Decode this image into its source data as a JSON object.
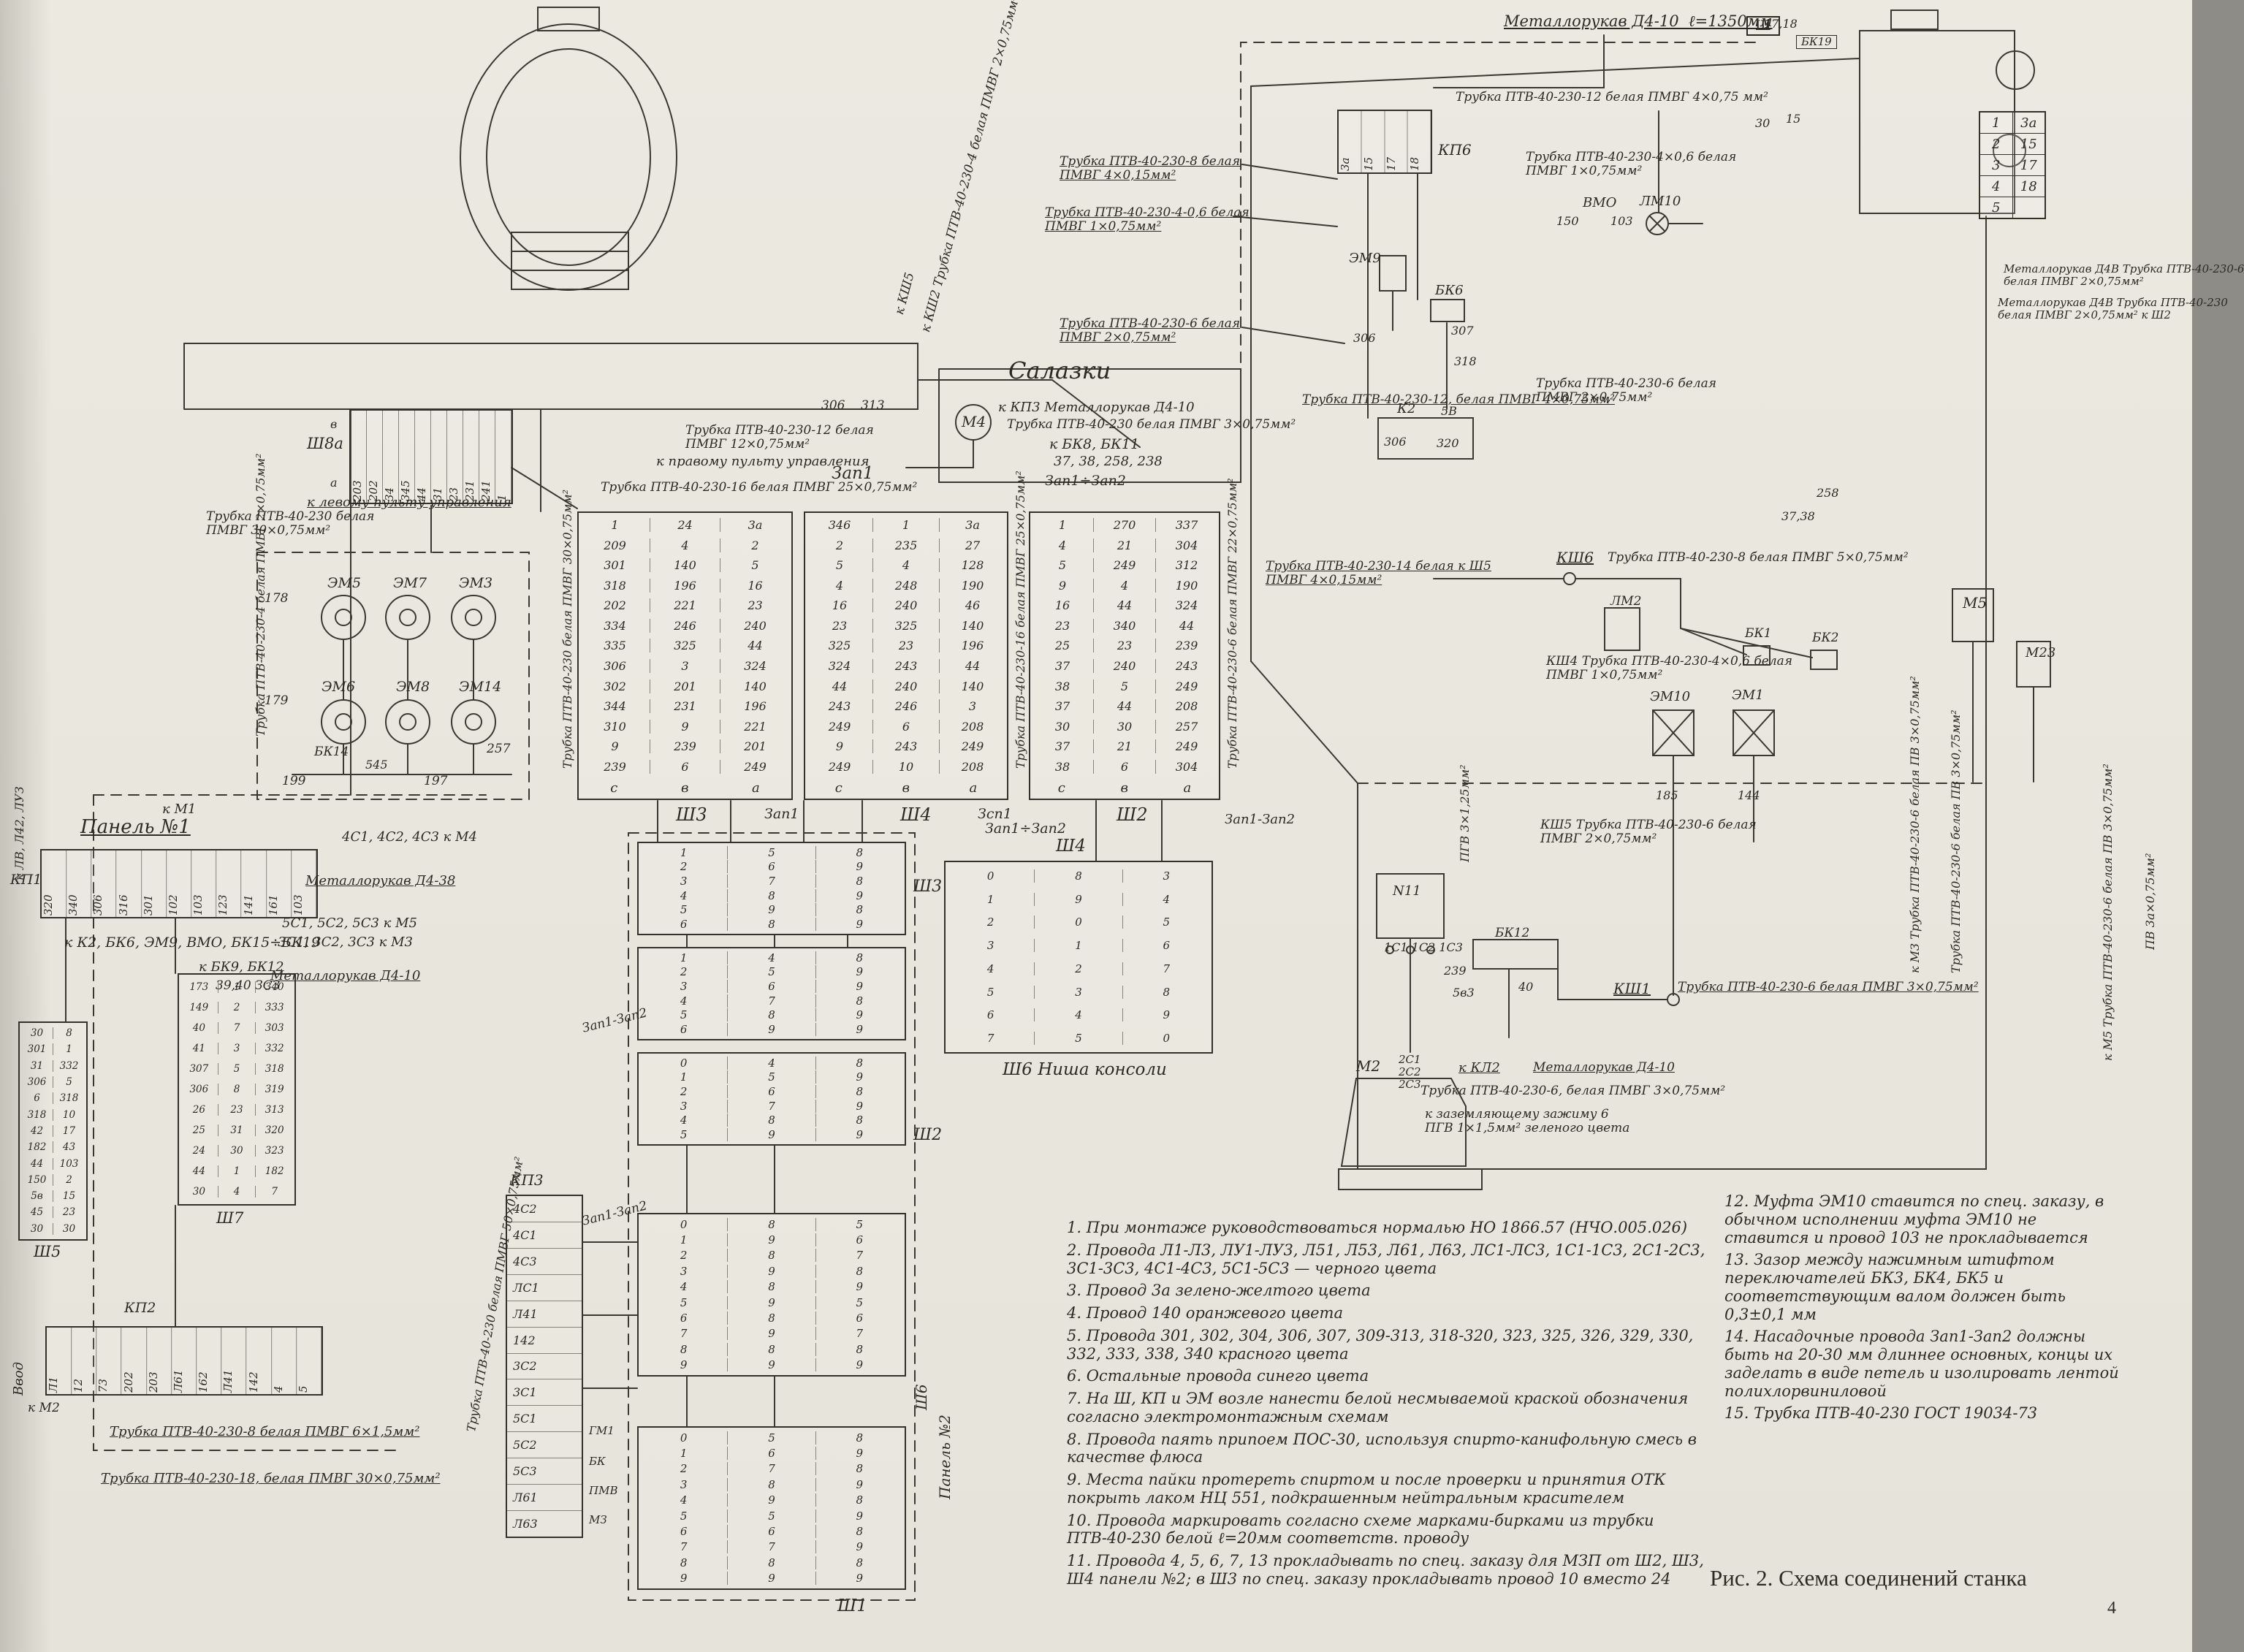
{
  "meta": {
    "caption": "Рис. 2. Схема соединений станка",
    "page_number": "4"
  },
  "labels": {
    "salazki": "Салазки",
    "m4": "М4",
    "n306313": "306    313",
    "kp3_ref": "к КП3 Металлорукав Д4-10",
    "tube_m4": "Трубка ПТВ-40-230 белая ПМВГ 3×0,75мм²",
    "k_bk8": "к БК8, БК11",
    "n37382": "37, 38, 258, 238",
    "zap12_a": "Зап1÷Зап2",
    "zap1_big": "Зап1",
    "zap1_c": "Зап1",
    "zsp1": "Зсп1",
    "zap12_d": "Зап1-Зап2",
    "tube_pult_r": "Трубка ПТВ-40-230-12 белая\nПМВГ 12×0,75мм²",
    "pult_r": "к правому пульту управления",
    "tube_pult_r2": "Трубка ПТВ-40-230-16 белая ПМВГ 25×0,75мм²",
    "pult_l": "к левому пульту управления",
    "tube_pult_l": "Трубка ПТВ-40-230 белая\nПМВГ 30×0,75мм²",
    "ksh2_vert": "к КШ2 Трубка ПТВ-40-230-4 белая ПМВГ 2×0,75мм²",
    "ksh5_vert": "к КШ5",
    "em5": "ЭМ5",
    "em7": "ЭМ7",
    "em3": "ЭМ3",
    "em6": "ЭМ6",
    "em8": "ЭМ8",
    "em14": "ЭМ14",
    "n178": "178",
    "n179": "179",
    "n199": "199",
    "n197": "197",
    "n257": "257",
    "n545": "545",
    "bk14": "БК14",
    "tube_em": "Трубка ПТВ-40-230-4 белая ПМВГ 2×0,75мм²",
    "sh8a": "Ш8а",
    "sh8_a": "а",
    "sh8_v": "в",
    "panel1": "Панель №1",
    "k_m1": "к М1",
    "kp1": "КП1",
    "kp1_ref": "к К2, БК6, ЭМ9, ВМО, БК15÷БК19",
    "k_bk9": "к БК9, БК12",
    "n3940": "39,40 ЗСЗ",
    "left_vert": "к ЛВ, Л42, ЛУЗ",
    "sh5": "Ш5",
    "sh7": "Ш7",
    "kp2": "КП2",
    "vvod": "Ввод",
    "k_m2": "к М2",
    "tube_kp2a": "Трубка ПТВ-40-230-8 белая ПМВГ 6×1,5мм²",
    "tube_kp2b": "Трубка ПТВ-40-230-18, белая ПМВГ 30×0,75мм²",
    "c4s": "4С1, 4С2, 4С3 к М4",
    "metal38": "Металлорукав Д4-38",
    "c5s": "5С1, 5С2, 5С3 к М5",
    "c3s": "3С1, 3С2, 3С3 к М3",
    "metal10b": "Металлорукав Д4-10",
    "tube50_vert": "Трубка ПТВ-40-230 белая ПМВГ 50×0,75мм²",
    "kp3": "КП3",
    "gm1": "ГМ1",
    "bk": "БК",
    "pmv": "ПМВ",
    "mz": "МЗ",
    "st1": "Ш3",
    "st3": "Ш2",
    "sh6_vert": "Ш6",
    "panel2_vert": "Панель №2",
    "sh1": "Ш1",
    "zap12_b": "Зап1-Зап2",
    "zap12_c": "Зап1-Зап2",
    "zap12_top": "Зап1÷Зап2",
    "sh4r": "Ш4",
    "sh6_nisha": "Ш6 Ниша консоли",
    "sh3": "Ш3",
    "sh4": "Ш4",
    "sh2": "Ш2",
    "tube_sh3_vert": "Трубка ПТВ-40-230 белая ПМВГ 30×0,75мм²",
    "tube_sh4_vert": "Трубка ПТВ-40-230-16 белая ПМВГ 25×0,75мм²",
    "tube_sh2_vert": "Трубка ПТВ-40-230-6 белая ПМВГ 22×0,75мм²",
    "metal1350": "Металлорукав Д4-10  ℓ=1350мм",
    "sh_box": "Ш",
    "tube_tr1": "Трубка ПТВ-40-230-8 белая\nПМВГ 4×0,15мм²",
    "tube_tr2": "Трубка ПТВ-40-230-4-0,6 белая\nПМВГ 1×0,75мм²",
    "tube_tr3": "Трубка ПТВ-40-230-6 белая\nПМВГ 2×0,75мм²",
    "tube_tr4": "Трубка ПТВ-40-230-12 белая ПМВГ 4×0,75 мм²",
    "kp6": "КП6",
    "tube_tr5": "Трубка ПТВ-40-230-4×0,6 белая\nПМВГ 1×0,75мм²",
    "vmo": "ВМО",
    "lm10": "ЛМ10",
    "n150": "150",
    "n103": "103",
    "em9": "ЭМ9",
    "bk6": "БК6",
    "n306a": "306",
    "n307": "307",
    "n318": "318",
    "k2": "К2",
    "n5v": "5В",
    "n306b": "306",
    "n320": "320",
    "tube_tr6": "Трубка ПТВ-40-230-12, белая ПМВГ 4×0,75мм²",
    "tube_tr7": "Трубка ПТВ-40-230-6 белая\nПМВГ 2×0,75мм²",
    "n1718": "17,18",
    "bk19": "БК19",
    "n30": "30",
    "n15": "15",
    "tube_ksh5ref": "Трубка ПТВ-40-230-14 белая к Ш5\nПМВГ 4×0,15мм²",
    "ksh6": "КШ6",
    "tube_ksh6": "Трубка ПТВ-40-230-8 белая ПМВГ 5×0,75мм²",
    "lm2": "ЛМ2",
    "bk1": "БК1",
    "bk2": "БК2",
    "n3738": "37,38",
    "n258": "258",
    "m5": "М5",
    "m23": "М23",
    "em10": "ЭМ10",
    "em1": "ЭМ1",
    "n185": "185",
    "n144": "144",
    "ksh4_tube": "КШ4 Трубка ПТВ-40-230-4×0,6 белая\nПМВГ 1×0,75мм²",
    "ksh5_tube": "КШ5 Трубка ПТВ-40-230-6 белая\nПМВГ 2×0,75мм²",
    "ksh1": "КШ1",
    "tube_ksh1": "Трубка ПТВ-40-230-6 белая ПМВГ 3×0,75мм²",
    "bk12": "БК12",
    "n239": "239",
    "n5v3": "5в3",
    "n40": "40",
    "n11": "N11",
    "c1s": "1С1 1С2 1С3",
    "pgv_vert": "ПГВ 3×1,25мм²",
    "m2": "М2",
    "c2s": "2С1\n2С2\n2С3",
    "k_kl2": "к КЛ2",
    "tube_m2": "Трубка ПТВ-40-230-6, белая ПМВГ 3×0,75мм²",
    "metal10c": "Металлорукав Д4-10",
    "ground": "к заземляющему зажиму 6\nПГВ 1×1,5мм² зеленого цвета",
    "metal_r1": "Металлорукав Д4В Трубка ПТВ-40-230-6\nбелая ПМВГ 2×0,75мм²",
    "metal_r2": "Металлорукав Д4В Трубка ПТВ-40-230\nбелая ПМВГ 2×0,75мм² к Ш2",
    "vert_mid1": "к М3 Трубка ПТВ-40-230-6 белая ПВ 3×0,75мм²",
    "vert_mid2": "Трубка ПТВ-40-230-6 белая ПВ 3×0,75мм²",
    "vert_far1": "к М5 Трубка ПТВ-40-230-6 белая ПВ 3×0,75мм²",
    "vert_far2": "ПВ 3а×0,75мм²"
  },
  "blocks": {
    "sh3": {
      "cols": [
        "с",
        "в",
        "а"
      ],
      "rows": [
        [
          "1",
          "24",
          "3а"
        ],
        [
          "209",
          "4",
          "2"
        ],
        [
          "301",
          "140",
          "5"
        ],
        [
          "318",
          "196",
          "16"
        ],
        [
          "202",
          "221",
          "23"
        ],
        [
          "334",
          "246",
          "240"
        ],
        [
          "335",
          "325",
          "44"
        ],
        [
          "306",
          "3",
          "324"
        ],
        [
          "302",
          "201",
          "140"
        ],
        [
          "344",
          "231",
          "196"
        ],
        [
          "310",
          "9",
          "221"
        ],
        [
          "9",
          "239",
          "201"
        ],
        [
          "239",
          "6",
          "249"
        ]
      ]
    },
    "sh4": {
      "cols": [
        "с",
        "в",
        "а"
      ],
      "rows": [
        [
          "346",
          "1",
          "3а"
        ],
        [
          "2",
          "235",
          "27"
        ],
        [
          "5",
          "4",
          "128"
        ],
        [
          "4",
          "248",
          "190"
        ],
        [
          "16",
          "240",
          "46"
        ],
        [
          "23",
          "325",
          "140"
        ],
        [
          "325",
          "23",
          "196"
        ],
        [
          "324",
          "243",
          "44"
        ],
        [
          "44",
          "240",
          "140"
        ],
        [
          "243",
          "246",
          "3"
        ],
        [
          "249",
          "6",
          "208"
        ],
        [
          "9",
          "243",
          "249"
        ],
        [
          "249",
          "10",
          "208"
        ]
      ]
    },
    "sh2": {
      "cols": [
        "с",
        "в",
        "а"
      ],
      "rows": [
        [
          "1",
          "270",
          "337"
        ],
        [
          "4",
          "21",
          "304"
        ],
        [
          "5",
          "249",
          "312"
        ],
        [
          "9",
          "4",
          "190"
        ],
        [
          "16",
          "44",
          "324"
        ],
        [
          "23",
          "340",
          "44"
        ],
        [
          "25",
          "23",
          "239"
        ],
        [
          "37",
          "240",
          "243"
        ],
        [
          "38",
          "5",
          "249"
        ],
        [
          "37",
          "44",
          "208"
        ],
        [
          "30",
          "30",
          "257"
        ],
        [
          "37",
          "21",
          "249"
        ],
        [
          "38",
          "6",
          "304"
        ]
      ]
    },
    "sh4r": {
      "rows": [
        [
          "0",
          "8",
          "3"
        ],
        [
          "1",
          "9",
          "4"
        ],
        [
          "2",
          "0",
          "5"
        ],
        [
          "3",
          "1",
          "6"
        ],
        [
          "4",
          "2",
          "7"
        ],
        [
          "5",
          "3",
          "8"
        ],
        [
          "6",
          "4",
          "9"
        ],
        [
          "7",
          "5",
          "0"
        ]
      ]
    },
    "st1": {
      "rows": [
        [
          "1",
          "5",
          "8"
        ],
        [
          "2",
          "6",
          "9"
        ],
        [
          "3",
          "7",
          "8"
        ],
        [
          "4",
          "8",
          "9"
        ],
        [
          "5",
          "9",
          "8"
        ],
        [
          "6",
          "8",
          "9"
        ]
      ]
    },
    "st2": {
      "rows": [
        [
          "1",
          "4",
          "8"
        ],
        [
          "2",
          "5",
          "9"
        ],
        [
          "3",
          "6",
          "9"
        ],
        [
          "4",
          "7",
          "8"
        ],
        [
          "5",
          "8",
          "9"
        ],
        [
          "6",
          "9",
          "9"
        ]
      ]
    },
    "st3": {
      "rows": [
        [
          "0",
          "4",
          "8"
        ],
        [
          "1",
          "5",
          "9"
        ],
        [
          "2",
          "6",
          "8"
        ],
        [
          "3",
          "7",
          "9"
        ],
        [
          "4",
          "8",
          "8"
        ],
        [
          "5",
          "9",
          "9"
        ]
      ]
    },
    "st4": {
      "rows": [
        [
          "0",
          "8",
          "5"
        ],
        [
          "1",
          "9",
          "6"
        ],
        [
          "2",
          "8",
          "7"
        ],
        [
          "3",
          "9",
          "8"
        ],
        [
          "4",
          "8",
          "9"
        ],
        [
          "5",
          "9",
          "5"
        ],
        [
          "6",
          "8",
          "6"
        ],
        [
          "7",
          "9",
          "7"
        ],
        [
          "8",
          "8",
          "8"
        ],
        [
          "9",
          "9",
          "9"
        ]
      ]
    },
    "st5": {
      "rows": [
        [
          "0",
          "5",
          "8"
        ],
        [
          "1",
          "6",
          "9"
        ],
        [
          "2",
          "7",
          "8"
        ],
        [
          "3",
          "8",
          "9"
        ],
        [
          "4",
          "9",
          "8"
        ],
        [
          "5",
          "5",
          "9"
        ],
        [
          "6",
          "6",
          "8"
        ],
        [
          "7",
          "7",
          "9"
        ],
        [
          "8",
          "8",
          "8"
        ],
        [
          "9",
          "9",
          "9"
        ]
      ]
    },
    "sh5": {
      "rows": [
        [
          "30",
          "8"
        ],
        [
          "301",
          "1"
        ],
        [
          "31",
          "332"
        ],
        [
          "306",
          "5"
        ],
        [
          "6",
          "318"
        ],
        [
          "318",
          "10"
        ],
        [
          "42",
          "17"
        ],
        [
          "182",
          "43"
        ],
        [
          "44",
          "103"
        ],
        [
          "150",
          "2"
        ],
        [
          "5в",
          "15"
        ],
        [
          "45",
          "23"
        ],
        [
          "30",
          "30"
        ]
      ]
    },
    "sh7": {
      "rows": [
        [
          "173",
          "1",
          "340"
        ],
        [
          "149",
          "2",
          "333"
        ],
        [
          "40",
          "7",
          "303"
        ],
        [
          "41",
          "3",
          "332"
        ],
        [
          "307",
          "5",
          "318"
        ],
        [
          "306",
          "8",
          "319"
        ],
        [
          "26",
          "23",
          "313"
        ],
        [
          "25",
          "31",
          "320"
        ],
        [
          "24",
          "30",
          "323"
        ],
        [
          "44",
          "1",
          "182"
        ],
        [
          "30",
          "4",
          "7"
        ]
      ]
    },
    "sh8": {
      "numbers": [
        [
          "203",
          "202",
          "34",
          "345",
          "44",
          "31",
          "23",
          "231",
          "241",
          "1"
        ]
      ]
    },
    "kp1": {
      "numbers": [
        [
          "320",
          "340",
          "306",
          "316",
          "301",
          "102",
          "103",
          "123",
          "141",
          "161",
          "103"
        ]
      ]
    },
    "kp2": {
      "numbers": [
        [
          "Л1",
          "12",
          "73",
          "202",
          "203",
          "Л61",
          "162",
          "Л41",
          "142",
          "4",
          "5"
        ]
      ]
    },
    "kp3": {
      "numbers": [
        "4С2",
        "4С1",
        "4С3",
        "ЛС1",
        "Л41",
        "142",
        "3С2",
        "3С1",
        "5С1",
        "5С2",
        "5С3",
        "Л61",
        "Л63"
      ]
    },
    "kp6": {
      "numbers": [
        [
          "3а",
          "15",
          "17",
          "18"
        ]
      ]
    },
    "table": {
      "rows": [
        [
          "1",
          "3а"
        ],
        [
          "2",
          "15"
        ],
        [
          "3",
          "17"
        ],
        [
          "4",
          "18"
        ],
        [
          "5",
          ""
        ]
      ]
    }
  },
  "notes_left": [
    "1. При монтаже руководствоваться нормалью НО 1866.57 (НЧО.005.026)",
    "2. Провода Л1-Л3, ЛУ1-ЛУ3, Л51, Л53, Л61, Л63, ЛС1-ЛС3, 1С1-1С3, 2С1-2С3, 3С1-3С3, 4С1-4С3, 5С1-5С3 — черного цвета",
    "3. Провод 3а зелено-желтого цвета",
    "4. Провод 140 оранжевого цвета",
    "5. Провода 301, 302, 304, 306, 307, 309-313, 318-320, 323, 325, 326, 329, 330, 332, 333, 338, 340 красного цвета",
    "6. Остальные провода синего цвета",
    "7. На Ш, КП и ЭМ возле нанести белой несмываемой краской обозначения согласно электромонтажным схемам",
    "8. Провода паять припоем ПОС-30, используя спирто-канифольную смесь в качестве флюса",
    "9. Места пайки протереть спиртом и после проверки и принятия ОТК покрыть лаком НЦ 551, подкрашенным нейтральным красителем",
    "10. Провода маркировать согласно схеме марками-бирками из трубки ПТВ-40-230 белой ℓ=20мм соответств. проводу",
    "11. Провода 4, 5, 6, 7, 13 прокладывать по спец. заказу для МЗП от Ш2, Ш3, Ш4 панели №2; в Ш3 по спец. заказу прокладывать провод 10 вместо 24"
  ],
  "notes_right": [
    "12. Муфта ЭМ10 ставится по спец. заказу, в обычном исполнении муфта ЭМ10 не ставится и провод 103 не прокладывается",
    "13. Зазор между нажимным штифтом переключателей БК3, БК4, БК5 и соответствующим валом должен быть 0,3±0,1 мм",
    "14. Насадочные провода Зап1-Зап2 должны быть на 20-30 мм длиннее основных, концы их заделать в виде петель и изолировать лентой полихлорвиниловой",
    "15. Трубка ПТВ-40-230 ГОСТ 19034-73"
  ],
  "colors": {
    "ink": "#33312b",
    "paper": "#eae8df"
  }
}
